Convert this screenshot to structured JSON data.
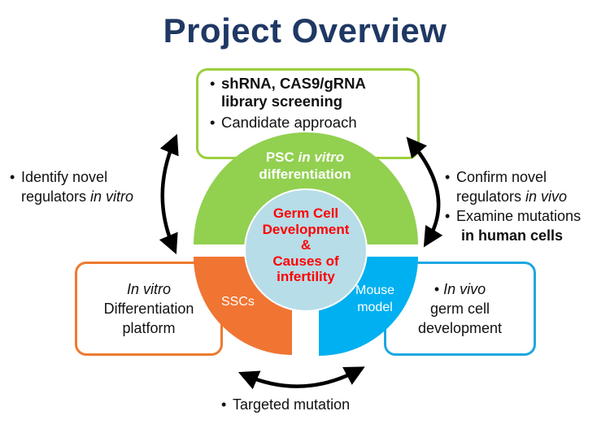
{
  "title": "Project Overview",
  "top_box": {
    "bullet1_line1": "shRNA, CAS9/gRNA",
    "bullet1_line2": "library screening",
    "bullet2": "Candidate approach"
  },
  "left_box": {
    "line1": "In vitro",
    "line2": "Differentiation",
    "line3": "platform"
  },
  "right_box": {
    "line1": "In vivo",
    "line2": "germ cell",
    "line3": "development"
  },
  "segments": {
    "top_line1_a": "PSC ",
    "top_line1_b": "in vitro",
    "top_line2": "differentiation",
    "left": "SSCs",
    "right_line1": "Mouse",
    "right_line2": "model"
  },
  "center": {
    "line1": "Germ Cell",
    "line2": "Development",
    "line3": "&",
    "line4": "Causes of",
    "line5": "infertility"
  },
  "left_annotation": {
    "line1": "Identify novel",
    "line2_a": "regulators ",
    "line2_b": "in vitro"
  },
  "right_annotation": {
    "b1_line1": "Confirm novel",
    "b1_line2_a": "regulators ",
    "b1_line2_b": "in vivo",
    "b2_line1": "Examine mutations",
    "b2_line2": "in human cells"
  },
  "bottom_annotation": "Targeted mutation",
  "colors": {
    "title": "#1f3864",
    "green": "#92d050",
    "orange": "#f07533",
    "blue": "#00b0f0",
    "center_fill": "#b7dde8",
    "center_text": "#ff0000"
  }
}
